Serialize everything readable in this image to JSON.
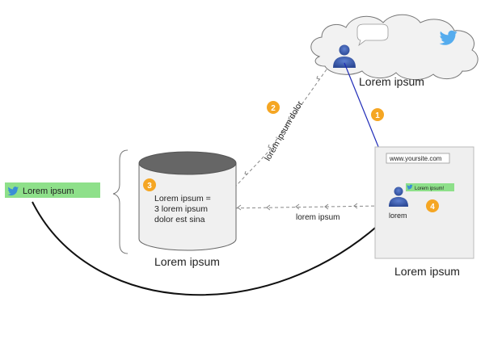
{
  "cloud": {
    "label": "Lorem ipsum",
    "brand_icon": "twitter-bird-icon",
    "user_icon": "user-icon"
  },
  "database": {
    "label": "Lorem ipsum",
    "text_lines": [
      "Lorem ipsum =",
      "3 lorem ipsum",
      "dolor est sina"
    ],
    "badge": "3"
  },
  "tweet_box": {
    "label": "Lorem ipsum",
    "icon": "twitter-bird-icon",
    "color": "#8ee08a"
  },
  "website": {
    "label": "Lorem ipsum",
    "url": "www.yoursite.com",
    "widget_label": "Lorem ipsum!",
    "user_label": "lorem",
    "badge": "4"
  },
  "arrows": {
    "cloud_to_db_label": "lorem ipsum dolor",
    "site_to_db_label": "lorem ipsum"
  },
  "badges": {
    "one": "1",
    "two": "2"
  },
  "colors": {
    "badge": "#f5a623",
    "user": "#3b5ba5",
    "twitter": "#55acee",
    "connector": "#1f2bb8"
  }
}
